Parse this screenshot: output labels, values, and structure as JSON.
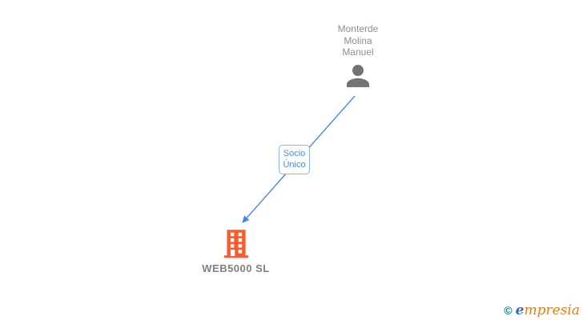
{
  "nodes": {
    "person": {
      "label_lines": [
        "Monterde",
        "Molina",
        "Manuel"
      ]
    },
    "company": {
      "label": "WEB5000 SL"
    }
  },
  "edge": {
    "label_lines": [
      "Socio",
      "Único"
    ]
  },
  "footer": {
    "copyright_symbol": "©",
    "brand_first_letter": "e",
    "brand_rest": "mpresia"
  },
  "colors": {
    "edge": "#4a86e8",
    "edge-box-border": "#8fb1ed",
    "person-icon": "#737373",
    "person-text": "#8f8f8f",
    "building-icon": "#fb5b2e",
    "company-text": "#7f7f7f",
    "copyright": "#0c7d80",
    "brand-e": "#3a6db0",
    "brand-rest": "#e97c16"
  }
}
